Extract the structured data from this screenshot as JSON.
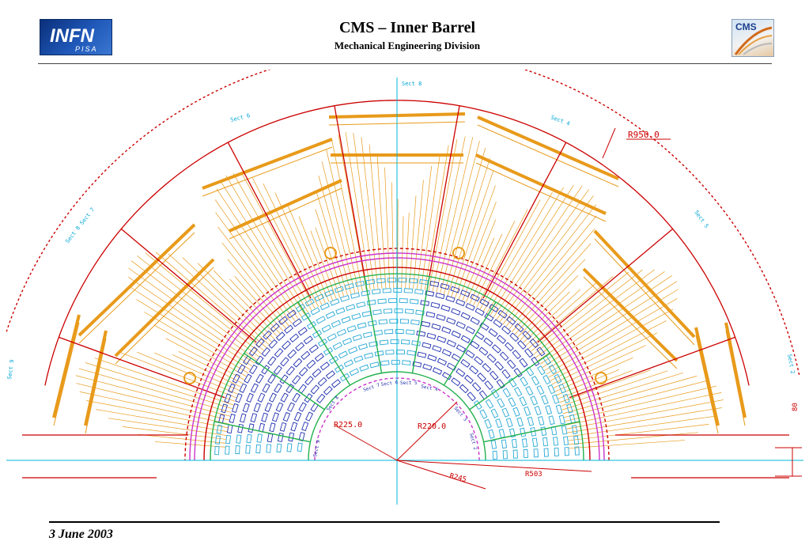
{
  "header": {
    "title": "CMS – Inner Barrel",
    "subtitle": "Mechanical Engineering Division",
    "infn_logo": {
      "main": "INFN",
      "sub": "PISA"
    },
    "cms_logo": "CMS"
  },
  "drawing": {
    "sector_labels": [
      "Sect 8",
      "Sect 6",
      "Sect 4",
      "Sect 8 Sect 7",
      "Sect 5",
      "Sect 9",
      "Sect 2"
    ],
    "inner_sector_labels": [
      "Sect 7",
      "Sect 6",
      "Sect 5",
      "Sect 4",
      "Sect 8",
      "Sect 3",
      "Sect 9",
      "Sect 2"
    ],
    "dimensions": [
      "R950.0",
      "R225.0",
      "R220.0",
      "R245",
      "R503",
      "80"
    ],
    "colors": {
      "outline": "#cc0000",
      "cables": "#e89a1a",
      "modules_cyan": "#27a9d6",
      "modules_blue": "#1f2fb0",
      "rings_magenta": "#cc33cc",
      "green": "#22b14c",
      "axis": "#00b7d8"
    }
  },
  "footer": {
    "date": "3 June 2003"
  }
}
